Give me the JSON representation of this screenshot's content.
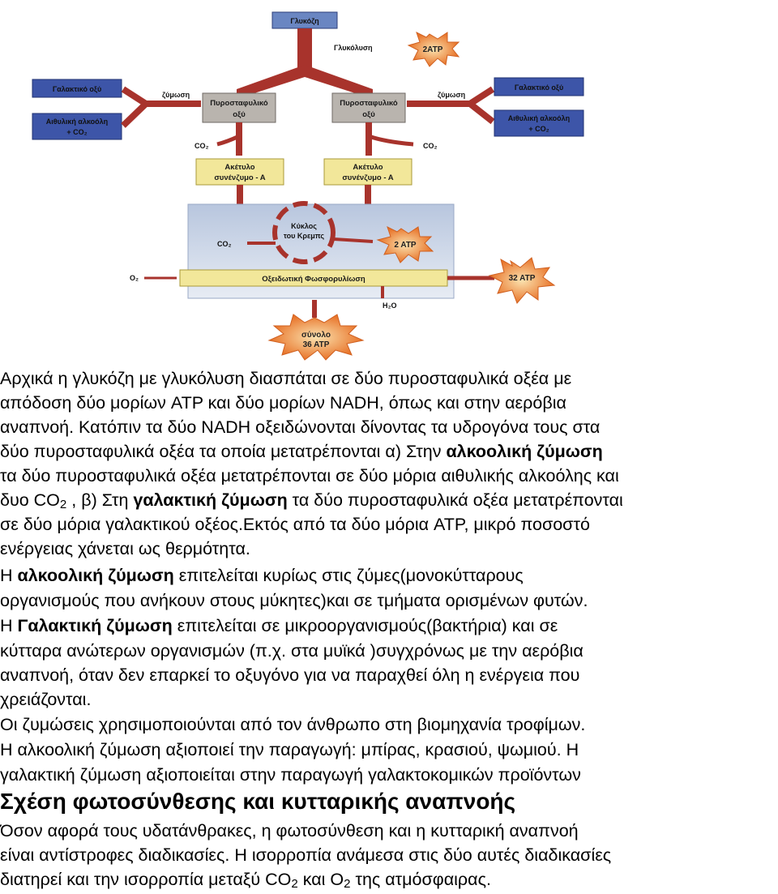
{
  "diagram": {
    "glucose": "Γλυκόζη",
    "glycolysis": "Γλυκόλυση",
    "atp_glycolysis": "2ATP",
    "lactic_left": "Γαλακτικό οξύ",
    "ethanol_left": [
      "Αιθυλική αλκοόλη",
      "+ CO₂"
    ],
    "fermentation_left": "ζύμωση",
    "pyruvic_left": [
      "Πυροσταφυλικό",
      "οξύ"
    ],
    "pyruvic_right": [
      "Πυροσταφυλικό",
      "οξύ"
    ],
    "fermentation_right": "ζύμωση",
    "lactic_right": "Γαλακτικό οξύ",
    "ethanol_right": [
      "Αιθυλική αλκοόλη",
      "+ CO₂"
    ],
    "co2_left": "CO₂",
    "co2_right": "CO₂",
    "acetyl_left": [
      "Ακέτυλο",
      "συνένζυμο - Α"
    ],
    "acetyl_right": [
      "Ακέτυλο",
      "συνένζυμο - Α"
    ],
    "krebs": [
      "Κύκλος",
      "του Κρεμπς"
    ],
    "co2_krebs": "CO₂",
    "atp_krebs": "2 ATP",
    "o2": "O₂",
    "oxphos": "Οξειδωτική Φωσφορυλίωση",
    "atp_oxphos": "32 ATP",
    "h2o": "H₂O",
    "total": [
      "σύνολο",
      "36 ATP"
    ]
  },
  "paragraphs": {
    "p1": [
      "   Αρχικά η γλυκόζη με γλυκόλυση διασπάται σε δύο πυροσταφυλικά οξέα με",
      "απόδοση δύο μορίων ATP και δύο μορίων NADH, όπως και στην αερόβια",
      "αναπνοή. Κατόπιν τα δύο NADH οξειδώνονται δίνοντας τα υδρογόνα τους στα"
    ],
    "p1_l4_a": "δύο πυροσταφυλικά οξέα τα οποία μετατρέπονται α) Στην ",
    "p1_l4_b": "αλκοολική ζύμωση",
    "p1_l5": "τα δύο πυροσταφυλικά οξέα μετατρέπονται σε δύο μόρια αιθυλικής αλκοόλης και",
    "p1_l6_a": "δυο CO",
    "p1_l6_sub": "2",
    "p1_l6_b": " , β) Στη ",
    "p1_l6_c": "γαλακτική ζύμωση",
    "p1_l6_d": " τα δύο πυροσταφυλικά οξέα μετατρέπονται",
    "p1_l7": "σε δύο μόρια γαλακτικού οξέος.Εκτός από τα δύο μόρια ATP, μικρό ποσοστό",
    "p1_l8": "ενέργειας χάνεται ως θερμότητα.",
    "p2_a": "   Η ",
    "p2_b": "αλκοολική ζύμωση",
    "p2_c": " επιτελείται κυρίως στις ζύμες(μονοκύτταρους",
    "p2_l2": "οργανισμούς που ανήκουν στους μύκητες)και σε τμήματα ορισμένων φυτών.",
    "p3_a": "   Η ",
    "p3_b": "Γαλακτική ζύμωση",
    "p3_c": " επιτελείται σε μικροοργανισμούς(βακτήρια) και σε",
    "p3_l2": "κύτταρα ανώτερων οργανισμών (π.χ. στα μυϊκά )συγχρόνως με την αερόβια",
    "p3_l3": "αναπνοή, όταν δεν επαρκεί το οξυγόνο για να παραχθεί όλη η ενέργεια που",
    "p3_l4": "χρειάζονται.",
    "p4_l1": "      Οι ζυμώσεις χρησιμοποιούνται από τον άνθρωπο στη βιομηχανία τροφίμων.",
    "p4_l2": "Η αλκοολική ζύμωση αξιοποιεί την παραγωγή: μπίρας, κρασιού, ψωμιού. Η",
    "p4_l3": "γαλακτική ζύμωση αξιοποιείται στην παραγωγή γαλακτοκομικών προϊόντων"
  },
  "heading": "Σχέση φωτοσύνθεσης και κυτταρικής αναπνοής",
  "closing": {
    "l1": "  Όσον αφορά τους υδατάνθρακες, η φωτοσύνθεση και η κυτταρική αναπνοή",
    "l2": "είναι αντίστροφες διαδικασίες. Η ισορροπία ανάμεσα στις δύο αυτές διαδικασίες",
    "l3_a": "διατηρεί και την ισορροπία μεταξύ CO",
    "l3_sub1": "2",
    "l3_b": " και O",
    "l3_sub2": "2",
    "l3_c": " της ατμόσφαιρας."
  },
  "colors": {
    "blue_box": "#3d55a8",
    "glucose_box": "#6a86c2",
    "pyruvic_box": "#b9b4ae",
    "yellow_box": "#f2e79a",
    "arrow_red": "#a8332c",
    "star_orange": "#e8873a",
    "cycle_panel": "#cfd8e8"
  }
}
